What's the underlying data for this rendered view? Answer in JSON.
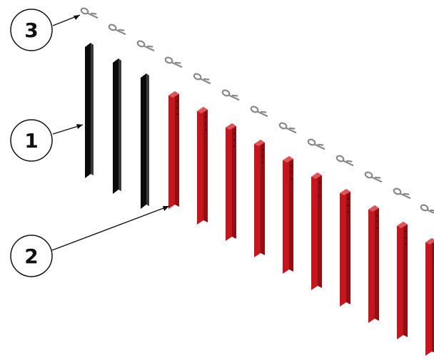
{
  "callouts": [
    {
      "id": "callout-1",
      "label": "1"
    },
    {
      "id": "callout-2",
      "label": "2"
    },
    {
      "id": "callout-3",
      "label": "3"
    }
  ],
  "parts": {
    "black_bars_count_visible": 3,
    "red_bars_count_visible": 10,
    "pins_count_visible": 13
  },
  "colors": {
    "black_bar": "#0a0a0a",
    "black_bar_side": "#3a3a3a",
    "red_bar_front": "#c4161c",
    "red_bar_side": "#8f0f13",
    "red_bar_top": "#e05357",
    "pin": "#8a8a8a",
    "leader_line": "#111111"
  }
}
